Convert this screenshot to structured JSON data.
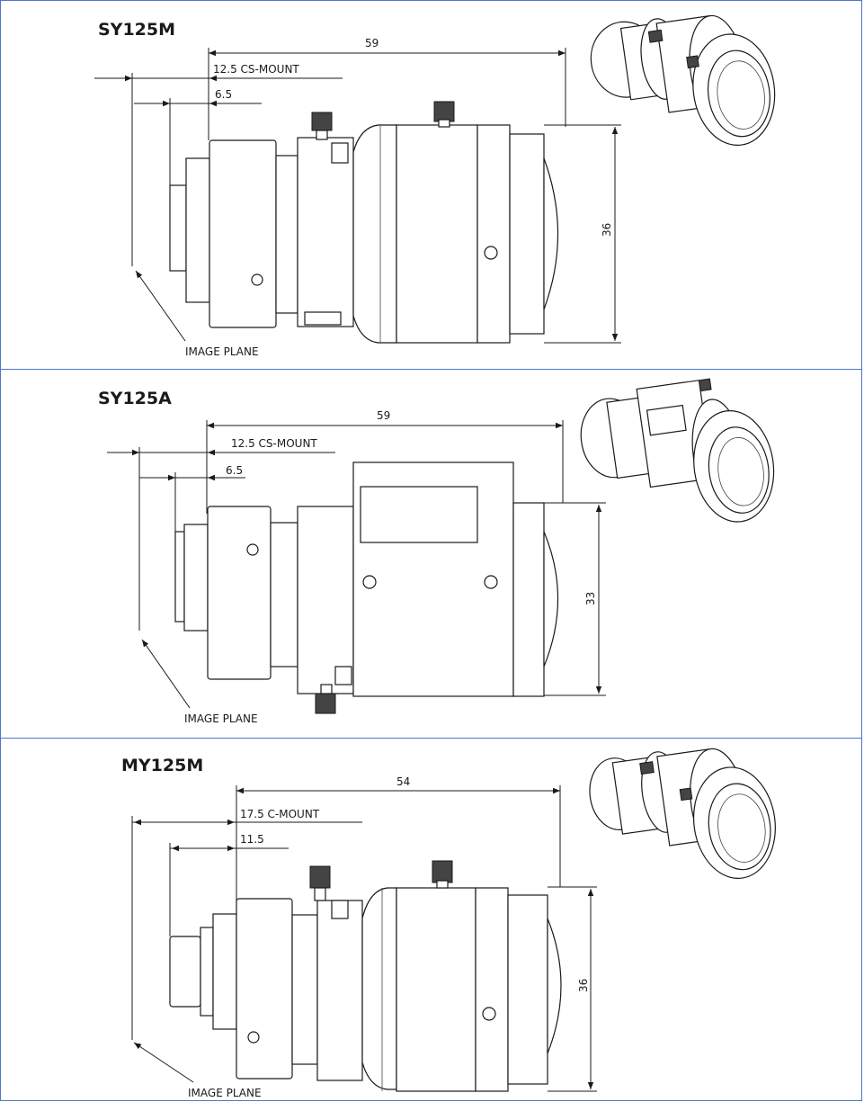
{
  "panels": [
    {
      "model": "SY125M",
      "overall_length": "59",
      "mount_label": "12.5 CS-MOUNT",
      "flange_offset": "6.5",
      "diameter": "36",
      "image_plane": "IMAGE PLANE"
    },
    {
      "model": "SY125A",
      "overall_length": "59",
      "mount_label": "12.5 CS-MOUNT",
      "flange_offset": "6.5",
      "diameter": "33",
      "image_plane": "IMAGE PLANE"
    },
    {
      "model": "MY125M",
      "overall_length": "54",
      "mount_label": "17.5 C-MOUNT",
      "flange_offset": "11.5",
      "diameter": "36",
      "image_plane": "IMAGE PLANE"
    }
  ],
  "colors": {
    "border": "#4a78c8",
    "line": "#1a1a1a"
  }
}
